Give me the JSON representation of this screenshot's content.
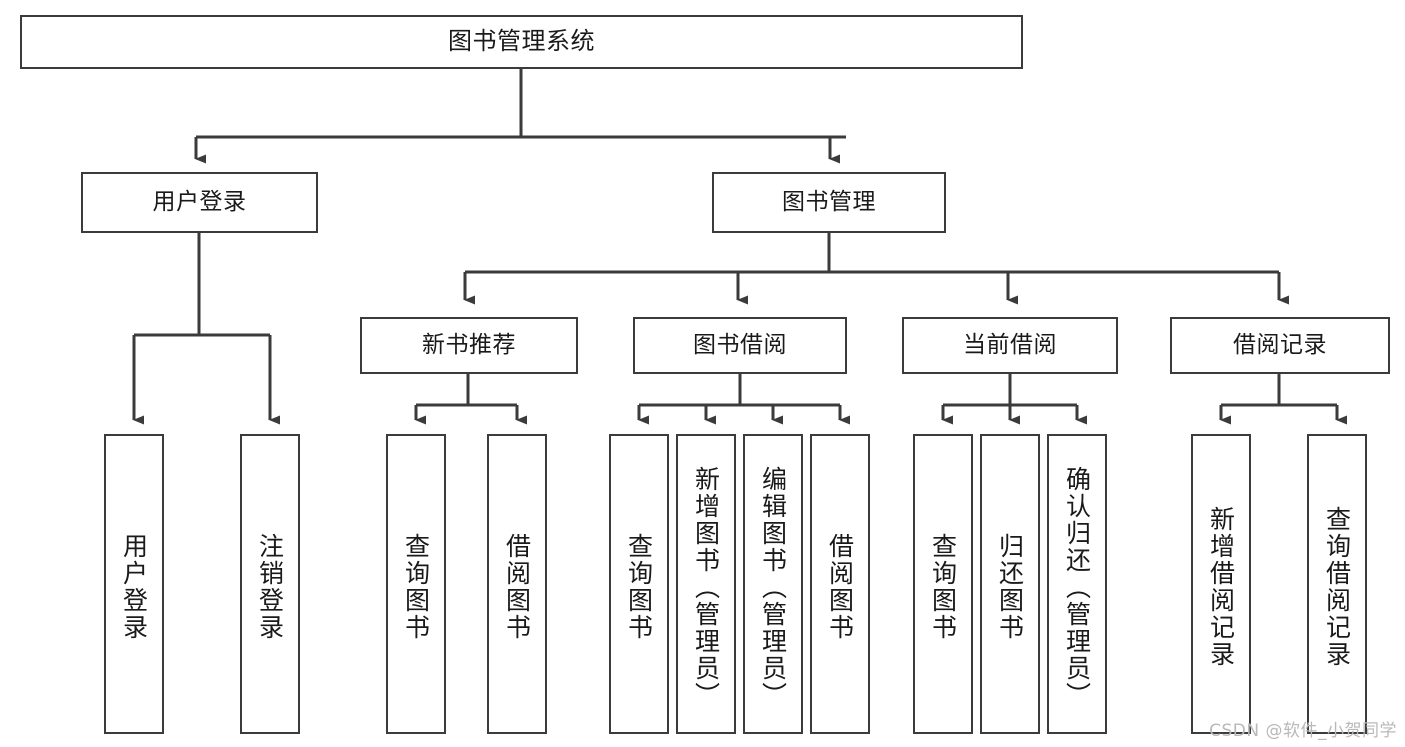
{
  "diagram": {
    "type": "hierarchy-tree",
    "title": "图书管理系统",
    "watermark": "CSDN @软件_小贺同学",
    "colors": {
      "stroke": "#3b3b3b",
      "fill": "#ffffff",
      "text": "#1a1a1a",
      "watermark": "#b9b9b9"
    },
    "nodes": {
      "root": {
        "label": "图书管理系统"
      },
      "level2": [
        {
          "label": "用户登录"
        },
        {
          "label": "图书管理"
        }
      ],
      "level3": [
        {
          "label": "新书推荐"
        },
        {
          "label": "图书借阅"
        },
        {
          "label": "当前借阅"
        },
        {
          "label": "借阅记录"
        }
      ],
      "leaves": {
        "user_login": [
          {
            "label": "用户登录"
          },
          {
            "label": "注销登录"
          }
        ],
        "new_book": [
          {
            "label": "查询图书"
          },
          {
            "label": "借阅图书"
          }
        ],
        "book_borrow": [
          {
            "label": "查询图书"
          },
          {
            "label": "新增图书（管理员）"
          },
          {
            "label": "编辑图书（管理员）"
          },
          {
            "label": "借阅图书"
          }
        ],
        "current_borrow": [
          {
            "label": "查询图书"
          },
          {
            "label": "归还图书"
          },
          {
            "label": "确认归还（管理员）"
          }
        ],
        "borrow_record": [
          {
            "label": "新增借阅记录"
          },
          {
            "label": "查询借阅记录"
          }
        ]
      }
    }
  }
}
